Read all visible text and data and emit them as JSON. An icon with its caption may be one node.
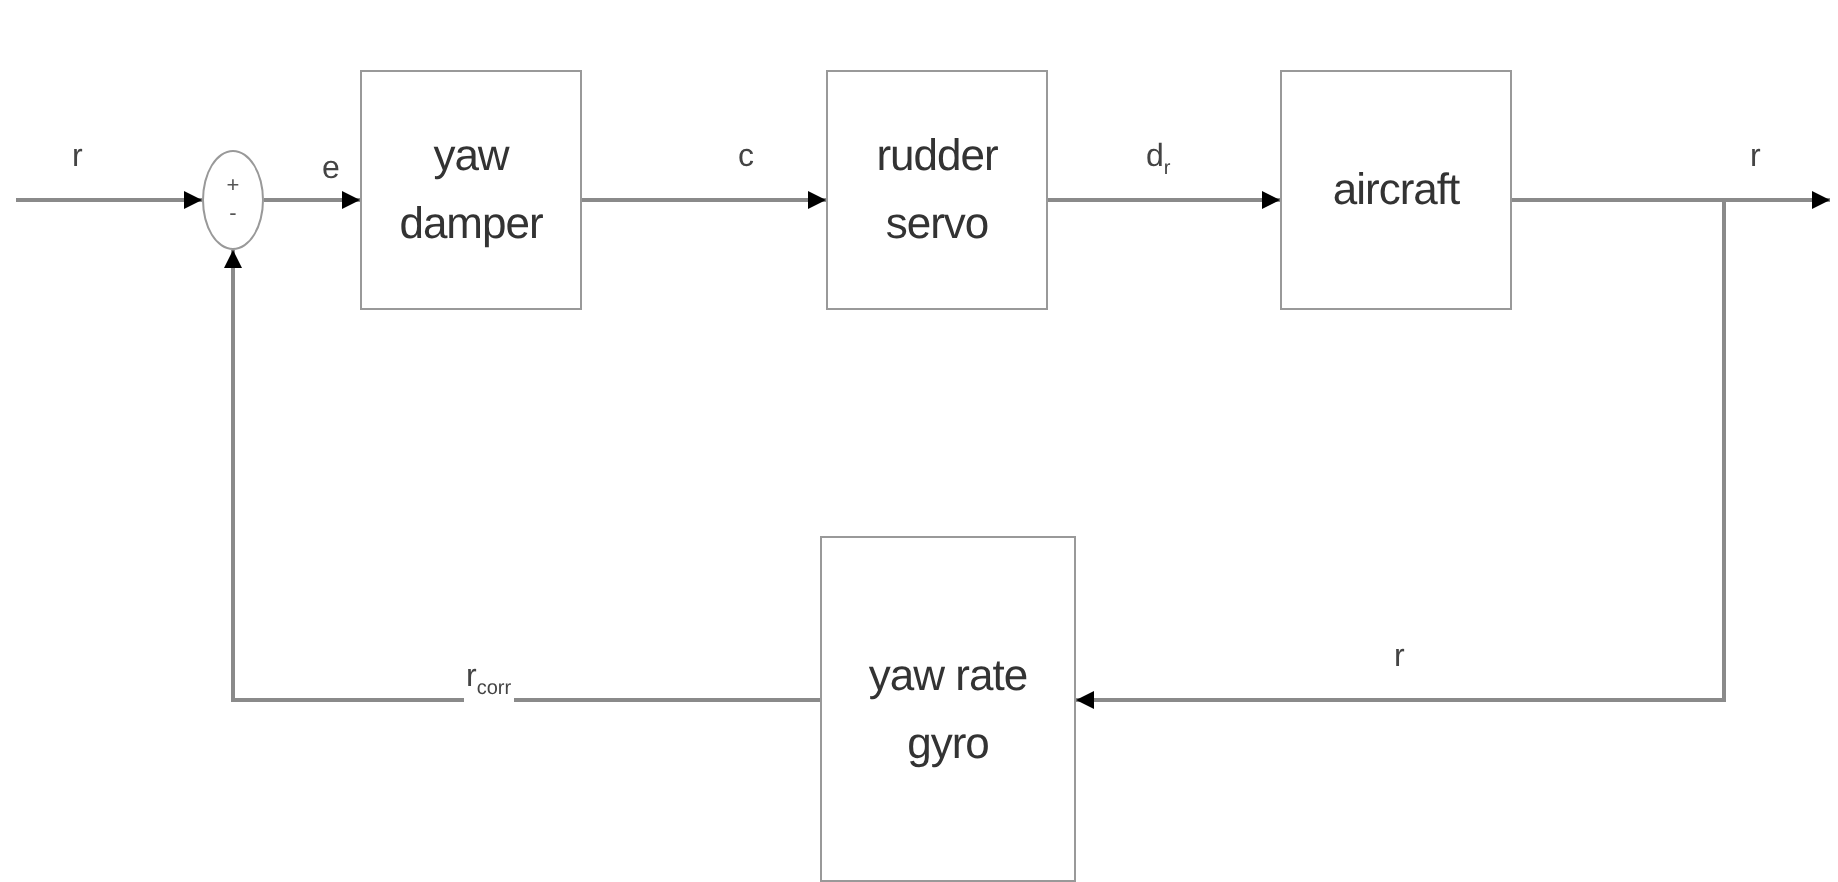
{
  "diagram": {
    "nodes": [
      {
        "text": [
          "+",
          "-"
        ]
      },
      {
        "text": [
          "yaw damper"
        ]
      },
      {
        "text": [
          "rudder servo"
        ]
      },
      {
        "text": [
          "aircraft"
        ]
      },
      {
        "text": [
          "yaw rate gyro"
        ]
      }
    ],
    "edges": [
      {
        "from": null,
        "to": 0,
        "arrow": "to",
        "label": "r"
      },
      {
        "from": 0,
        "to": 1,
        "arrow": "to",
        "label": "e"
      },
      {
        "from": 1,
        "to": 2,
        "arrow": "to",
        "label": "c"
      },
      {
        "from": 2,
        "to": 3,
        "arrow": "to",
        "label": "d$_{r}$"
      },
      {
        "from": 3,
        "to": null,
        "arrow": "to",
        "label": "r"
      },
      {
        "from": 3,
        "to": 4,
        "arrow": "to",
        "label": "r"
      },
      {
        "from": 4,
        "to": 0,
        "arrow": "to",
        "label": "r$_{corr}$"
      }
    ]
  }
}
